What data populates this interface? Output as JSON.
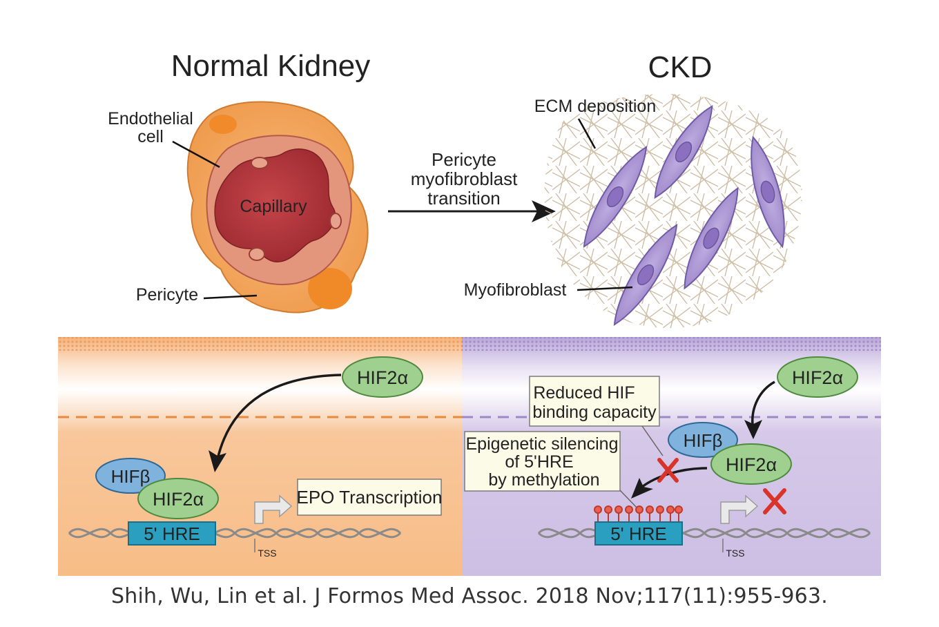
{
  "top": {
    "normal_title": "Normal Kidney",
    "ckd_title": "CKD",
    "endothelial_label_1": "Endothelial",
    "endothelial_label_2": "cell",
    "capillary_label": "Capillary",
    "pericyte_label": "Pericyte",
    "transition_label_1": "Pericyte",
    "transition_label_2": "myofibroblast",
    "transition_label_3": "transition",
    "ecm_label": "ECM deposition",
    "myofibroblast_label": "Myofibroblast"
  },
  "bottom_left": {
    "hif2a": "HIF2α",
    "hifb": "HIFβ",
    "hif2a_bound": "HIF2α",
    "hre": "5' HRE",
    "tss": "TSS",
    "epo": "EPO Transcription"
  },
  "bottom_right": {
    "hif2a": "HIF2α",
    "hifb": "HIFβ",
    "hif2a_bound": "HIF2α",
    "reduced_1": "Reduced HIF",
    "reduced_2": "binding capacity",
    "epigenetic_1": "Epigenetic silencing",
    "epigenetic_2": "of 5'HRE",
    "epigenetic_3": "by methylation",
    "hre": "5' HRE",
    "tss": "TSS"
  },
  "citation": "Shih, Wu, Lin et al. J Formos Med Assoc. 2018 Nov;117(11):955-963.",
  "colors": {
    "normal_panel": "#f8bf8a",
    "ckd_panel": "#cdbfe3",
    "hif2a_fill": "#9fd08f",
    "hifb_fill": "#7fb2dc",
    "hre_fill": "#2a9fbf",
    "inhibit_red": "#d9342b",
    "capillary": "#b9353a",
    "pericyte": "#f2a35a",
    "myofibroblast": "#a48ccc"
  }
}
